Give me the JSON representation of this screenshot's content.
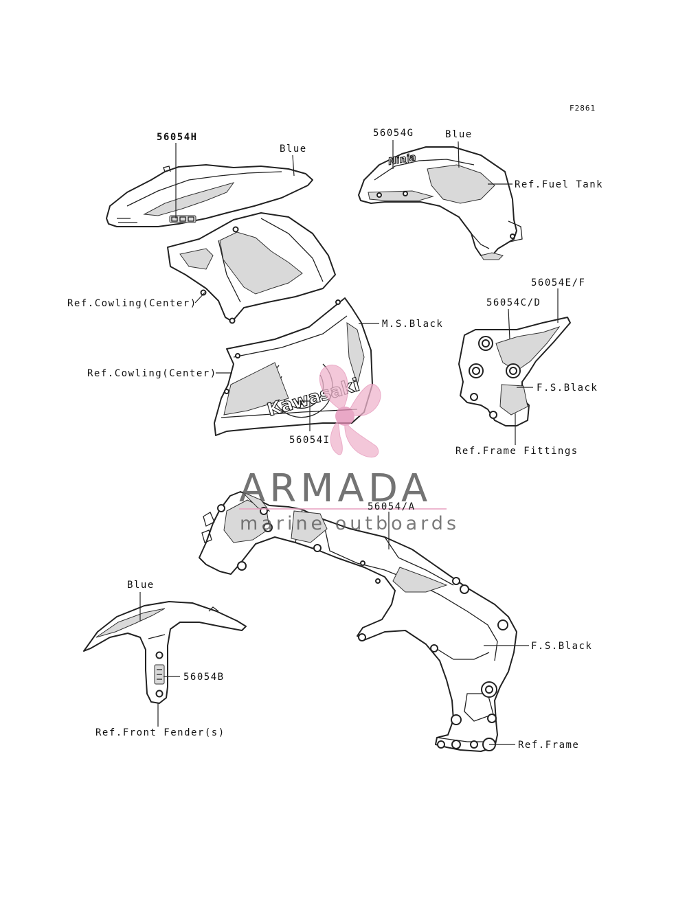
{
  "figure_code": "F2861",
  "labels": {
    "part_56054H": "56054H",
    "blue_upper_cowl": "Blue",
    "part_56054G": "56054G",
    "blue_fuel_tank": "Blue",
    "ref_fuel_tank": "Ref.Fuel Tank",
    "ref_cowling_center_1": "Ref.Cowling(Center)",
    "ms_black": "M.S.Black",
    "part_56054EF": "56054E/F",
    "part_56054CD": "56054C/D",
    "ref_cowling_center_2": "Ref.Cowling(Center)",
    "fs_black_fittings": "F.S.Black",
    "part_56054I": "56054I",
    "ref_frame_fittings": "Ref.Frame Fittings",
    "part_56054A": "56054/A",
    "blue_fender": "Blue",
    "fs_black_frame": "F.S.Black",
    "part_56054B": "56054B",
    "ref_front_fenders": "Ref.Front Fender(s)",
    "ref_frame": "Ref.Frame"
  },
  "decals": {
    "kawasaki": "Kawasaki",
    "ninja": "Ninja"
  },
  "watermark": {
    "title": "ARMADA",
    "subtitle": "marine outboards",
    "accent_color": "#e8a0c0"
  }
}
